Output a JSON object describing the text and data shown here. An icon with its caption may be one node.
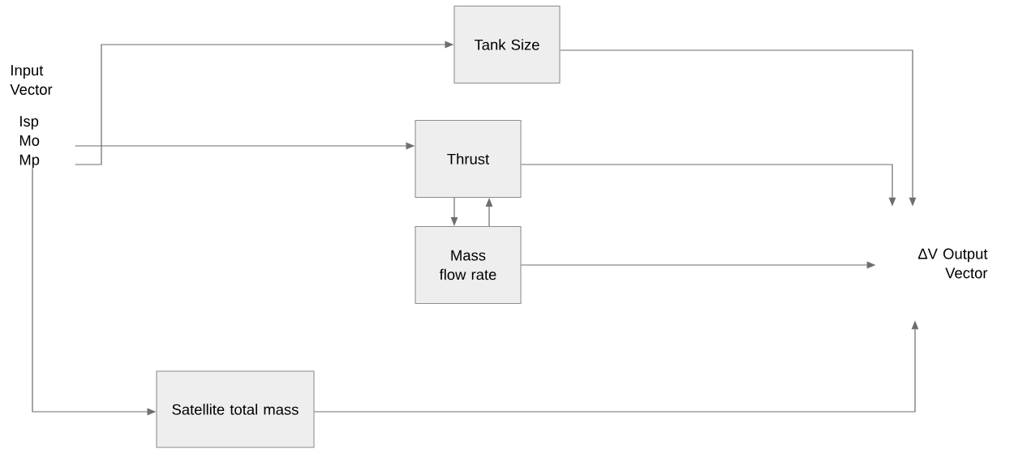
{
  "diagram": {
    "nodes": [
      {
        "text": [
          "Input Vector",
          "Isp",
          "Mo",
          "Mp"
        ]
      },
      {
        "text": [
          "Tank Size"
        ]
      },
      {
        "text": [
          "Thrust"
        ]
      },
      {
        "text": [
          "Mass flow rate"
        ]
      },
      {
        "text": [
          "Satellite total mass"
        ]
      },
      {
        "text": [
          "ΔV Output Vector"
        ]
      }
    ],
    "edges": [
      {
        "from": 0,
        "to": 1,
        "arrow": "to"
      },
      {
        "from": 0,
        "to": 2,
        "arrow": "to"
      },
      {
        "from": 0,
        "to": 4,
        "arrow": "to"
      },
      {
        "from": 1,
        "to": 5,
        "arrow": "to"
      },
      {
        "from": 2,
        "to": 5,
        "arrow": "to"
      },
      {
        "from": 2,
        "to": 3,
        "arrow": "to"
      },
      {
        "from": 3,
        "to": 2,
        "arrow": "to"
      },
      {
        "from": 3,
        "to": 5,
        "arrow": "to"
      },
      {
        "from": 4,
        "to": 5,
        "arrow": "to"
      }
    ]
  }
}
